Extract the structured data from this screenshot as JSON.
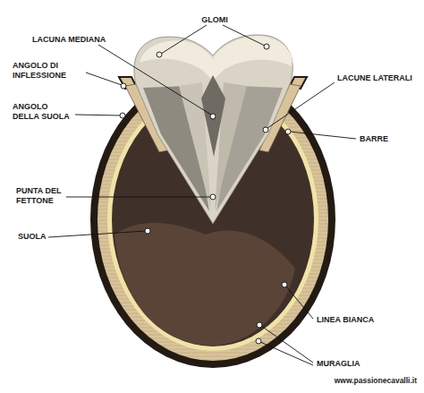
{
  "diagram": {
    "labels": [
      "GLOMI",
      "LACUNA MEDIANA",
      "ANGOLO DI INFLESSIONE",
      "LACUNE LATERALI",
      "ANGOLO DELLA SUOLA",
      "BARRE",
      "PUNTA DEL FETTONE",
      "SUOLA",
      "LINEA BIANCA",
      "MURAGLIA",
      "www.passionecavalli.it"
    ]
  }
}
